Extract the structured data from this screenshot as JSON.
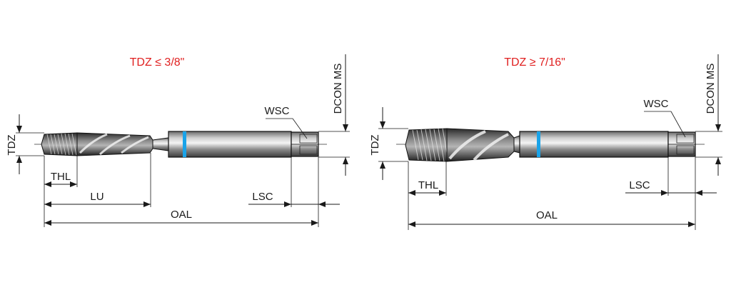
{
  "accent_color": "#1aa3e8",
  "title_color": "#e02020",
  "left": {
    "title": "TDZ ≤ 3/8\"",
    "labels": {
      "tdz": "TDZ",
      "thl": "THL",
      "lu": "LU",
      "lsc": "LSC",
      "oal": "OAL",
      "wsc": "WSC",
      "dcon": "DCON MS"
    }
  },
  "right": {
    "title": "TDZ ≥ 7/16\"",
    "labels": {
      "tdz": "TDZ",
      "thl": "THL",
      "lsc": "LSC",
      "oal": "OAL",
      "wsc": "WSC",
      "dcon": "DCON MS"
    }
  }
}
